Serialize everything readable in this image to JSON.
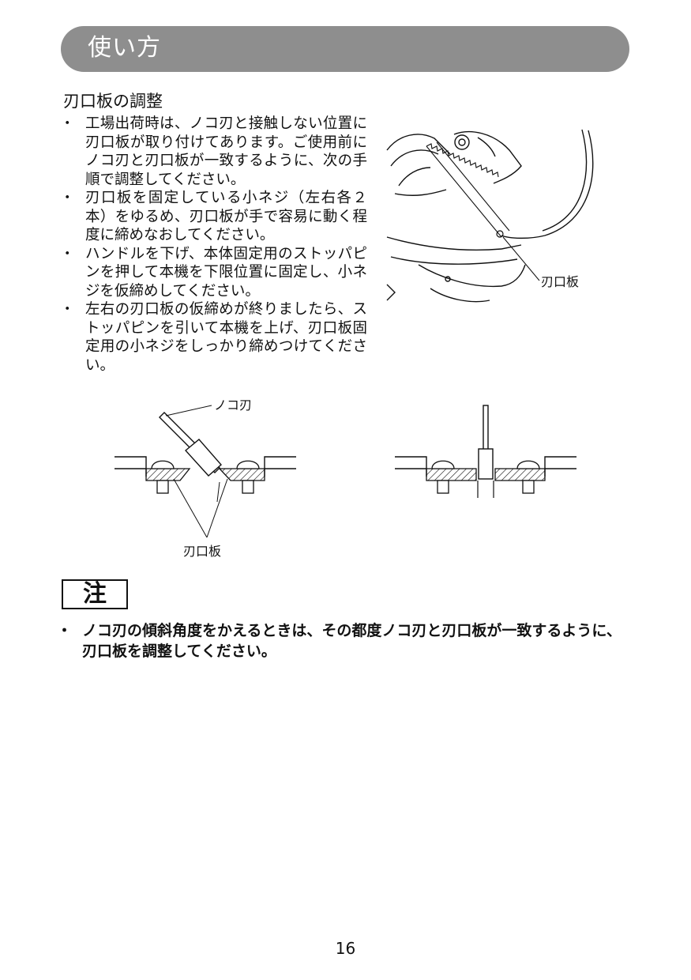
{
  "header": {
    "title": "使い方"
  },
  "section": {
    "title": "刃口板の調整",
    "steps": [
      "工場出荷時は、ノコ刃と接触しない位置に刃口板が取り付けてあります。ご使用前にノコ刃と刃口板が一致するように、次の手順で調整してください。",
      "刃口板を固定している小ネジ（左右各２本）をゆるめ、刃口板が手で容易に動く程度に締めなおしてください。",
      "ハンドルを下げ、本体固定用のストッパピンを押して本機を下限位置に固定し、小ネジを仮締めしてください。",
      "左右の刃口板の仮締めが終りましたら、ストッパピンを引いて本機を上げ、刃口板固定用の小ネジをしっかり締めつけてください。"
    ]
  },
  "figures": {
    "saw_label": "刃口板",
    "blade_label": "ノコ刃",
    "plate_label": "刃口板"
  },
  "note": {
    "heading": "注",
    "text": "ノコ刃の傾斜角度をかえるときは、その都度ノコ刃と刃口板が一致するように、刃口板を調整してください。"
  },
  "page": {
    "number": "16"
  }
}
